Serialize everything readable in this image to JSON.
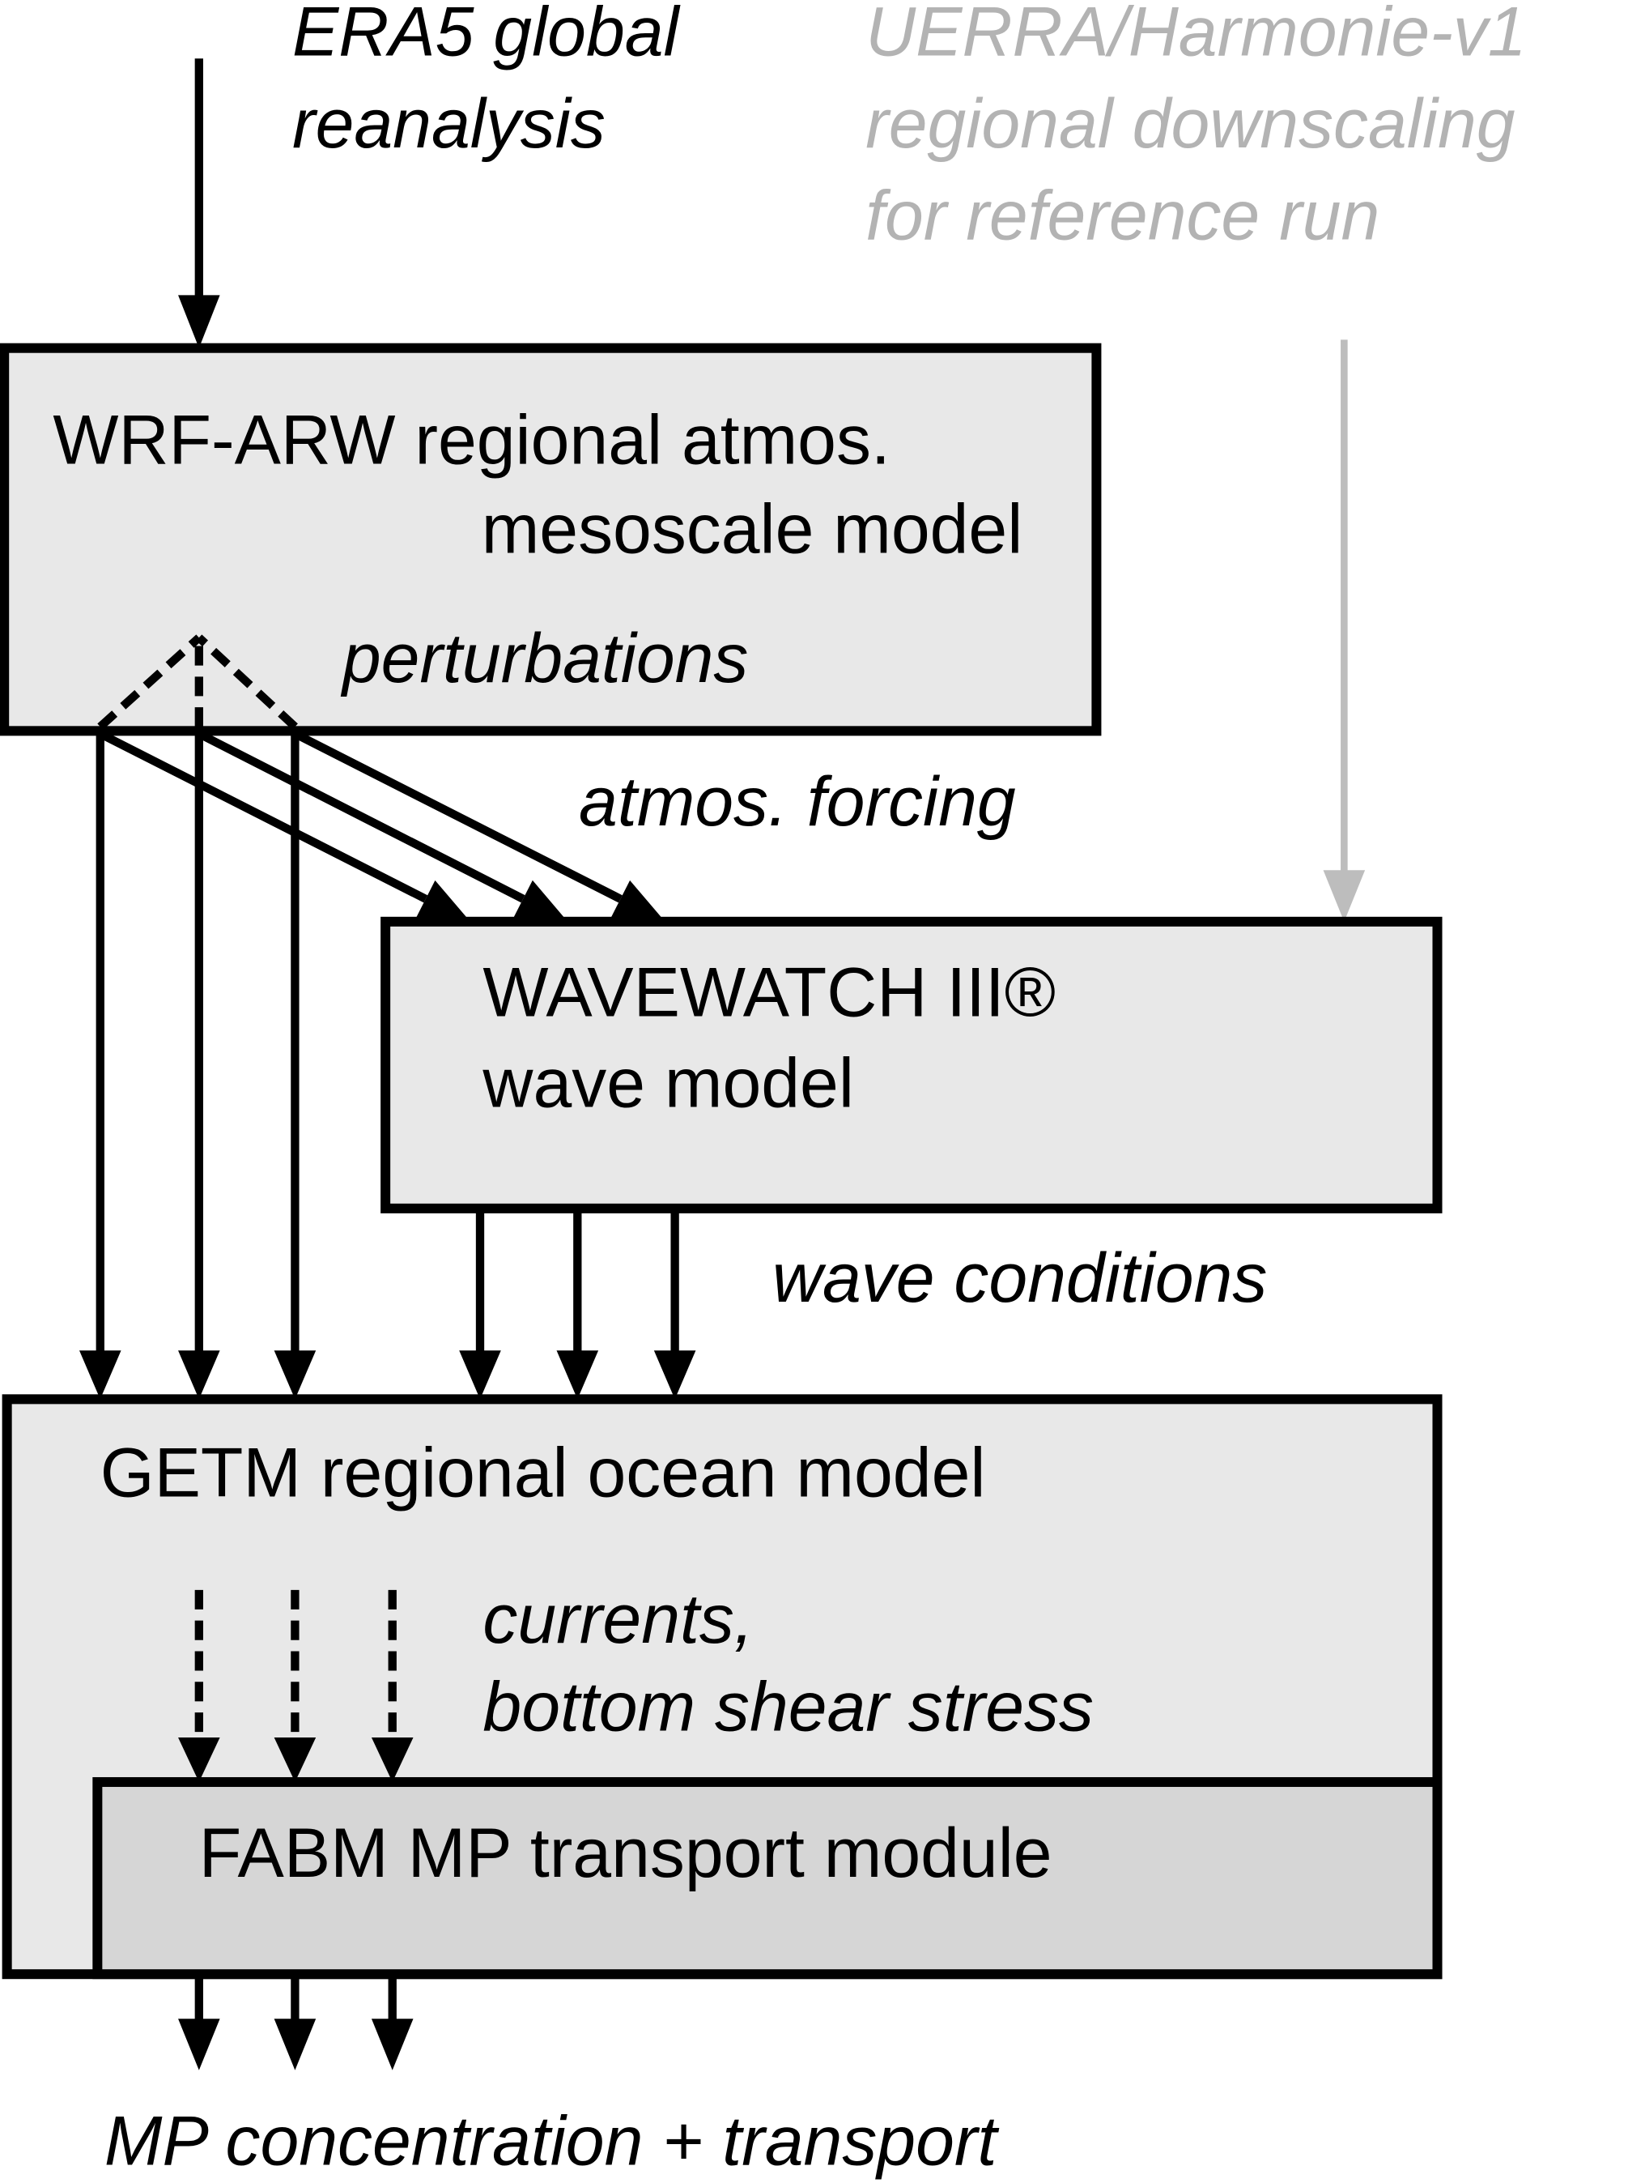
{
  "inputs": {
    "era5": [
      "ERA5 global",
      "reanalysis"
    ],
    "uerra": [
      "UERRA/Harmonie-v1",
      "regional downscaling",
      "for reference run"
    ]
  },
  "boxes": {
    "wrf": {
      "lines": [
        "WRF-ARW regional atmos.",
        "mesoscale model"
      ],
      "fill": "#e8e8e8"
    },
    "wavewatch": {
      "lines": [
        "WAVEWATCH III®",
        "wave model"
      ],
      "fill": "#e8e8e8"
    },
    "getm": {
      "lines": [
        "GETM regional ocean model"
      ],
      "fill": "#e8e8e8"
    },
    "fabm": {
      "lines": [
        "FABM MP transport module"
      ],
      "fill": "#d6d6d6"
    }
  },
  "labels": {
    "perturbations": "perturbations",
    "atmos_forcing": "atmos. forcing",
    "wave_conditions": "wave conditions",
    "currents": [
      "currents,",
      "bottom shear stress"
    ],
    "output": "MP concentration + transport"
  },
  "colors": {
    "line": "#000000",
    "secondary_input": "#b3b3b3"
  }
}
